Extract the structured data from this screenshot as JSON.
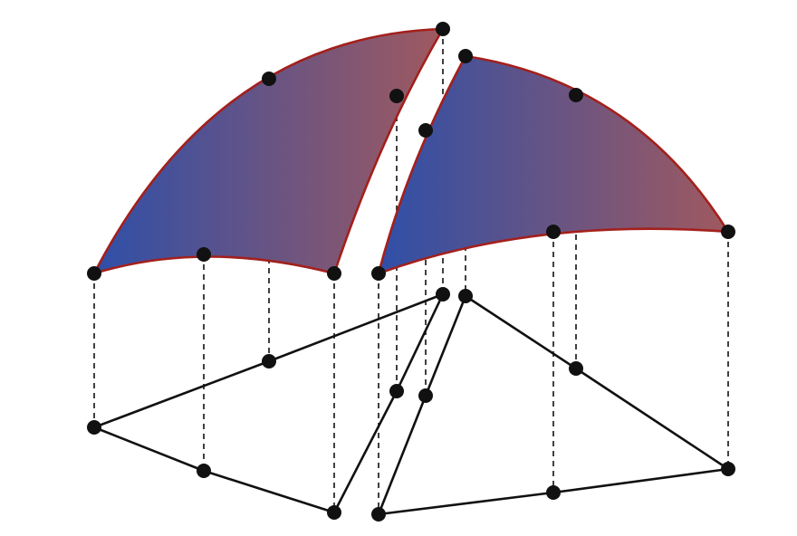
{
  "colors": {
    "background": "#ffffff",
    "patch_gradient_start": "#2f4fa8",
    "patch_gradient_end": "#a0595f",
    "patch_edge": "#a3201c",
    "projection_line": "#111111",
    "base_edge": "#111111",
    "control_point": "#111111"
  },
  "patches": [
    {
      "name": "left-surface-patch"
    },
    {
      "name": "right-surface-patch"
    }
  ],
  "base_triangles": [
    {
      "name": "left-base-triangle"
    },
    {
      "name": "right-base-triangle"
    }
  ]
}
